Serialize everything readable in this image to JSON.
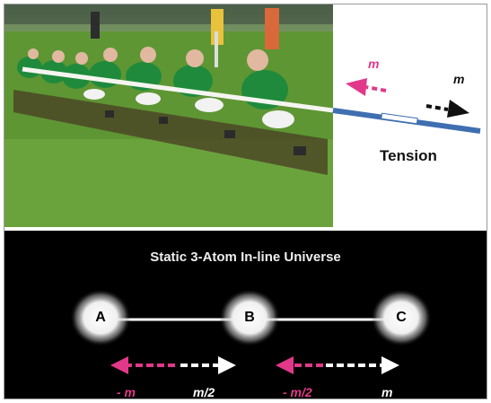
{
  "top_panel": {
    "tension_label": "Tension",
    "arrow_left_label": "m",
    "arrow_right_label": "m",
    "colors": {
      "pink": "#e2388a",
      "rope_blue": "#3f6fb0",
      "grass": "#4f8a2e",
      "jersey": "#1f8a3c"
    }
  },
  "bottom_panel": {
    "title": "Static 3-Atom In-line Universe",
    "atoms": [
      "A",
      "B",
      "C"
    ],
    "forces": [
      {
        "label": "- m",
        "color": "#e2388a"
      },
      {
        "label": "m/2",
        "color": "#ffffff"
      },
      {
        "label": "- m/2",
        "color": "#e2388a"
      },
      {
        "label": "m",
        "color": "#ffffff"
      }
    ]
  }
}
